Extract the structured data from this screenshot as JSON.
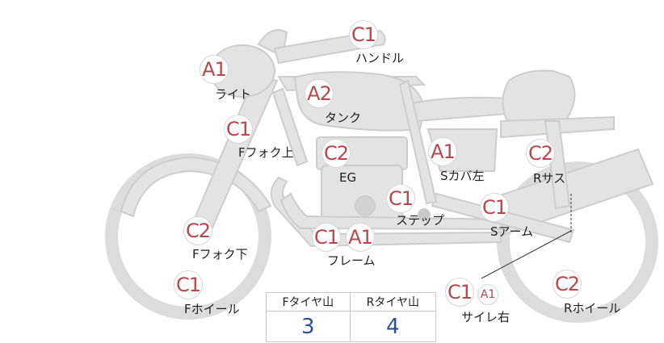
{
  "diagram": {
    "inspection_points": [
      {
        "id": "handle",
        "grade": "C1",
        "label": "ハンドル"
      },
      {
        "id": "light",
        "grade": "A1",
        "label": "ライト"
      },
      {
        "id": "tank",
        "grade": "A2",
        "label": "タンク"
      },
      {
        "id": "ffork-upper",
        "grade": "C1",
        "label": "Fフォク上"
      },
      {
        "id": "engine",
        "grade": "C2",
        "label": "EG"
      },
      {
        "id": "side-cover-left",
        "grade": "A1",
        "label": "Sカバ左"
      },
      {
        "id": "rear-suspension",
        "grade": "C2",
        "label": "Rサス"
      },
      {
        "id": "step",
        "grade": "C1",
        "label": "ステップ"
      },
      {
        "id": "swing-arm",
        "grade": "C1",
        "label": "Sアーム"
      },
      {
        "id": "ffork-lower",
        "grade": "C2",
        "label": "Fフォク下"
      },
      {
        "id": "frame",
        "grade": "C1",
        "grade2": "A1",
        "label": "フレーム"
      },
      {
        "id": "fwheel",
        "grade": "C1",
        "label": "Fホイール"
      },
      {
        "id": "muffler-right",
        "grade": "C1",
        "grade2": "A1",
        "label": "サイレ右"
      },
      {
        "id": "rwheel",
        "grade": "C2",
        "label": "Rホイール"
      }
    ],
    "tire_tread": {
      "headers": [
        "Fタイヤ山",
        "Rタイヤ山"
      ],
      "values": [
        "3",
        "4"
      ]
    },
    "colors": {
      "grade_text": "#b8474b",
      "tread_value": "#2f4f8f",
      "silhouette_fill": "#e3e3e3",
      "silhouette_stroke": "#cfcfcf"
    }
  }
}
